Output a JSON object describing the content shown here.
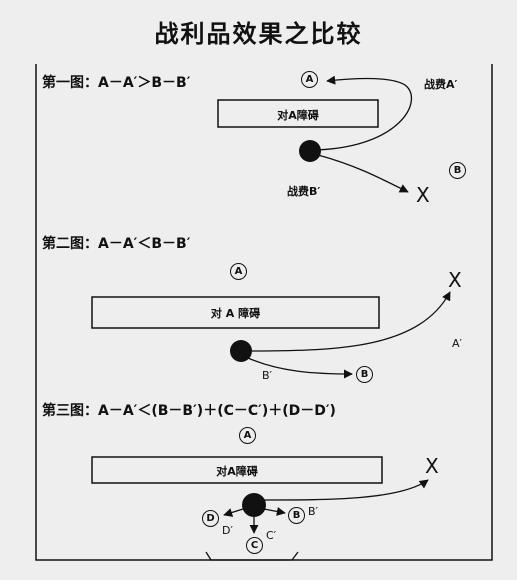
{
  "title": "战利品效果之比较",
  "diagram1": {
    "heading": "第一图：A－A′＞B－B′",
    "box_label": "对A障碍",
    "node_a": "A",
    "node_b": "B",
    "label_war_a": "战费A′",
    "label_war_b": "战费B′",
    "target": "X"
  },
  "diagram2": {
    "heading": "第二图：A－A′＜B－B′",
    "box_label": "对 A 障碍",
    "node_a": "A",
    "node_b": "B",
    "label_a_prime": "A′",
    "label_b_prime": "B′",
    "target": "X"
  },
  "diagram3": {
    "heading": "第三图：A－A′＜(B－B′)＋(C－C′)＋(D－D′)",
    "box_label": "对A障碍",
    "node_a": "A",
    "node_b": "B",
    "node_c": "C",
    "node_d": "D",
    "label_b_prime": "B′",
    "label_c_prime": "C′",
    "label_d_prime": "D′",
    "target": "X"
  }
}
